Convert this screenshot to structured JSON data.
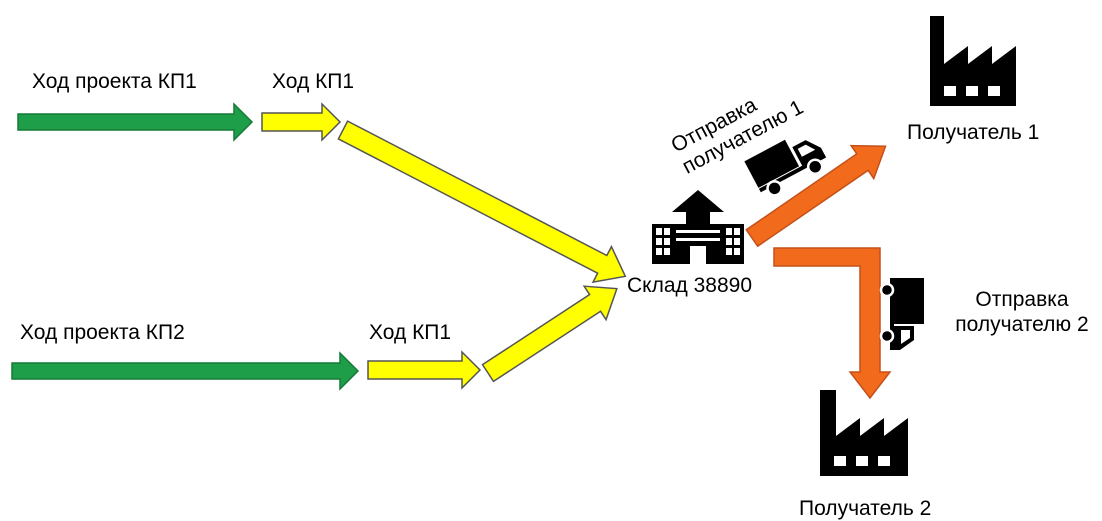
{
  "labels": {
    "progress_kp1": "Ход проекта КП1",
    "progress_kp2": "Ход проекта КП2",
    "move_kp1_top": "Ход КП1",
    "move_kp1_bottom": "Ход КП1",
    "warehouse": "Склад 38890",
    "ship1_line1": "Отправка",
    "ship1_line2": "получателю 1",
    "ship2_line1": "Отправка",
    "ship2_line2": "получателю 2",
    "recipient1": "Получатель 1",
    "recipient2": "Получатель 2"
  },
  "icons": {
    "warehouse": "warehouse-building-icon",
    "truck_top": "truck-icon",
    "truck_bottom": "truck-icon",
    "factory_top": "factory-icon",
    "factory_bottom": "factory-icon"
  },
  "colors": {
    "green": "#1e9e49",
    "yellow": "#ffff00",
    "orange": "#f26a1b",
    "icon": "#000000"
  }
}
